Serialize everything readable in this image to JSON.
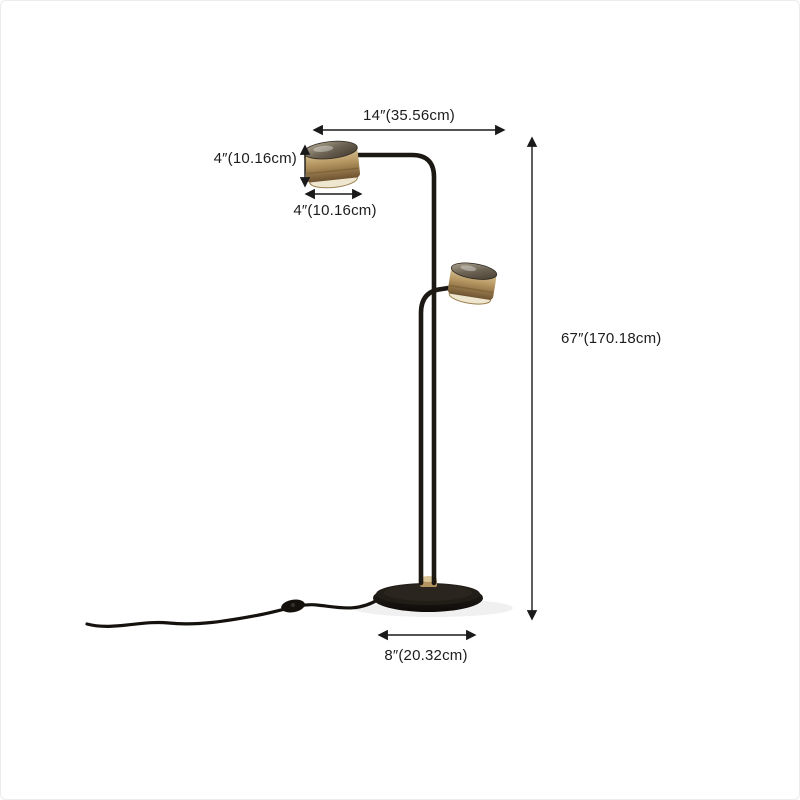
{
  "image": {
    "type": "product dimension diagram",
    "product_name": "two-head brass and black floor lamp",
    "background": "#ffffff"
  },
  "colors": {
    "lamp_body": "#1c1814",
    "shade_brass": "#b3945f",
    "shade_glass": "#6e6455",
    "annotation": "#1a1a1a"
  },
  "dimensions": {
    "arm_width": "14″(35.56cm)",
    "head_height": "4″(10.16cm)",
    "head_width": "4″(10.16cm)",
    "total_height": "67″(170.18cm)",
    "base_diameter": "8″(20.32cm)"
  }
}
